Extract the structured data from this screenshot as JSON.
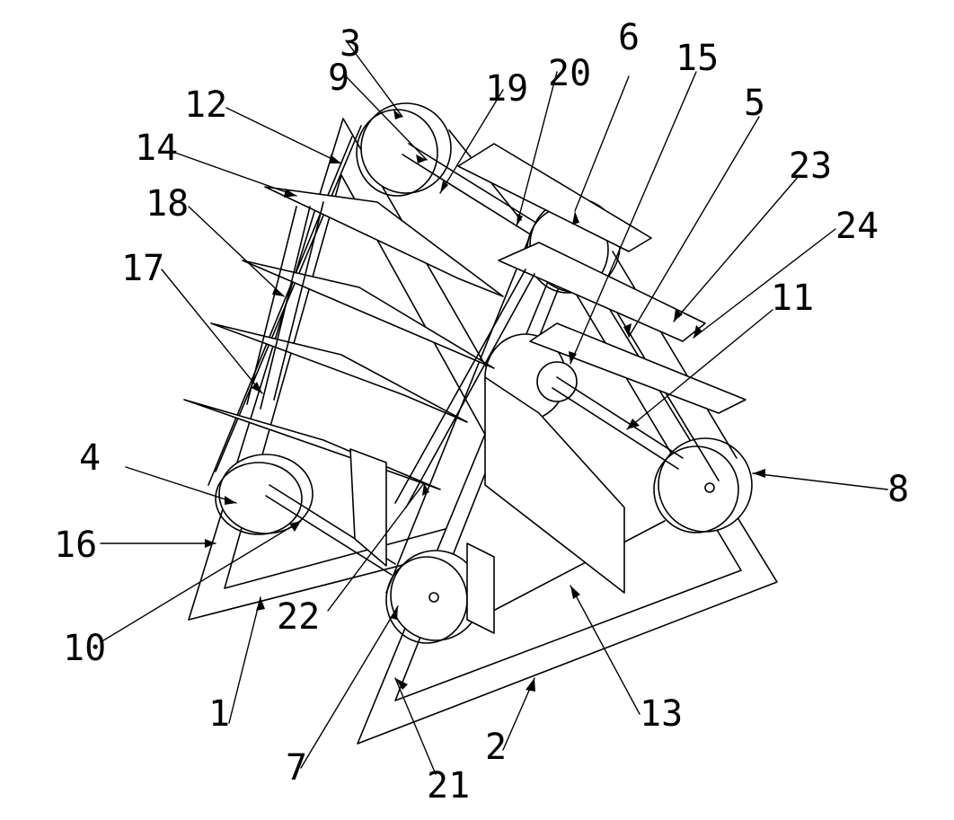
{
  "figure": {
    "callouts": [
      {
        "id": "c1",
        "text": "1"
      },
      {
        "id": "c2",
        "text": "2"
      },
      {
        "id": "c3",
        "text": "3"
      },
      {
        "id": "c4",
        "text": "4"
      },
      {
        "id": "c5",
        "text": "5"
      },
      {
        "id": "c6",
        "text": "6"
      },
      {
        "id": "c7",
        "text": "7"
      },
      {
        "id": "c8",
        "text": "8"
      },
      {
        "id": "c9",
        "text": "9"
      },
      {
        "id": "c10",
        "text": "10"
      },
      {
        "id": "c11",
        "text": "11"
      },
      {
        "id": "c12",
        "text": "12"
      },
      {
        "id": "c13",
        "text": "13"
      },
      {
        "id": "c14",
        "text": "14"
      },
      {
        "id": "c15",
        "text": "15"
      },
      {
        "id": "c16",
        "text": "16"
      },
      {
        "id": "c17",
        "text": "17"
      },
      {
        "id": "c18",
        "text": "18"
      },
      {
        "id": "c19",
        "text": "19"
      },
      {
        "id": "c20",
        "text": "20"
      },
      {
        "id": "c21",
        "text": "21"
      },
      {
        "id": "c22",
        "text": "22"
      },
      {
        "id": "c23",
        "text": "23"
      },
      {
        "id": "c24",
        "text": "24"
      }
    ]
  }
}
